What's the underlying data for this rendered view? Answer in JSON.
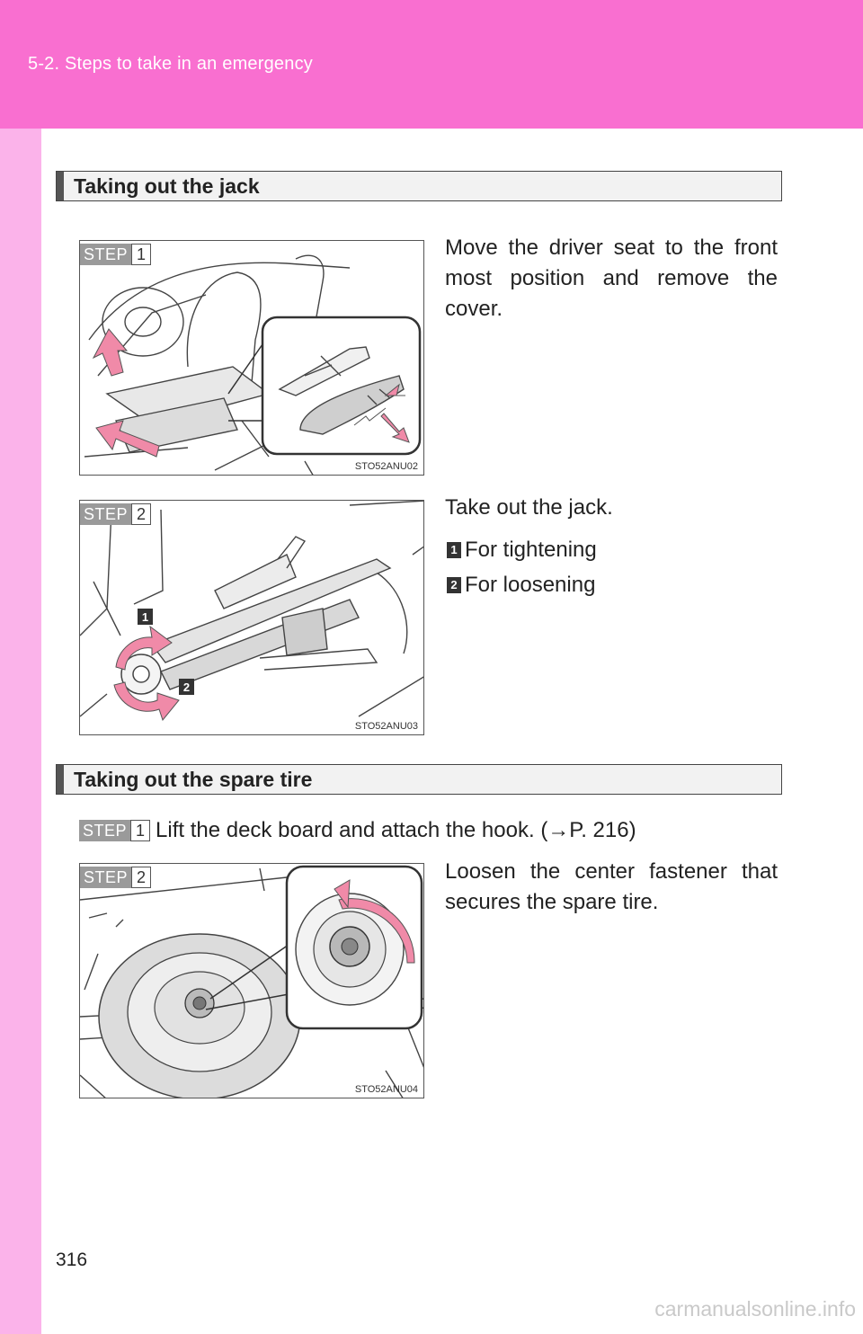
{
  "header": {
    "breadcrumb": "5-2. Steps to take in an emergency"
  },
  "sections": [
    {
      "title": "Taking out the jack",
      "steps": [
        {
          "badge_word": "STEP",
          "badge_num": "1",
          "figure_code": "STO52ANU02",
          "text": "Move the driver seat to the front most position and remove the cover."
        },
        {
          "badge_word": "STEP",
          "badge_num": "2",
          "figure_code": "STO52ANU03",
          "text": "Take out the jack.",
          "items": [
            {
              "num": "1",
              "label": "For tightening"
            },
            {
              "num": "2",
              "label": "For loosening"
            }
          ]
        }
      ]
    },
    {
      "title": "Taking out the spare tire",
      "steps": [
        {
          "badge_word": "STEP",
          "badge_num": "1",
          "text": "Lift the deck board and attach the hook. (→P. 216)"
        },
        {
          "badge_word": "STEP",
          "badge_num": "2",
          "figure_code": "STO52ANU04",
          "text": "Loosen the center fastener that secures the spare tire."
        }
      ]
    }
  ],
  "footer": {
    "page_number": "316",
    "watermark": "carmanualsonline.info"
  },
  "colors": {
    "header_band": "#f96fd0",
    "side_band": "#fbb3ea",
    "arrow_pink": "#f08aa8"
  }
}
